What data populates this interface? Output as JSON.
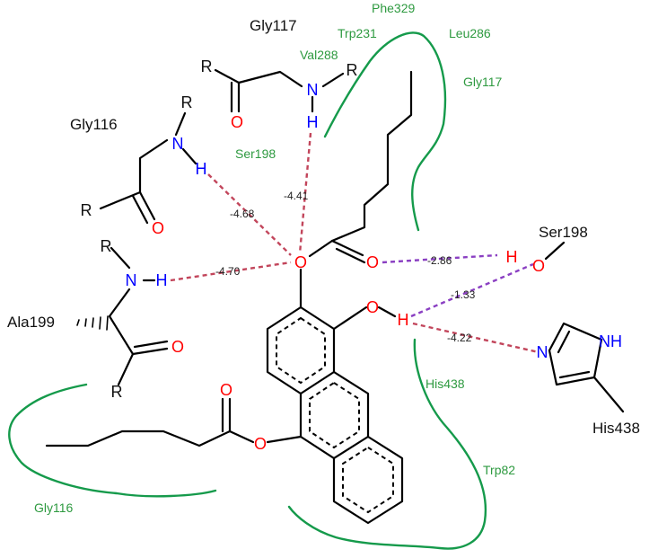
{
  "residues": {
    "gly117_top": "Gly117",
    "gly116_left": "Gly116",
    "ala199": "Ala199",
    "ser198_right": "Ser198",
    "his438_right": "His438"
  },
  "hydrophobic_labels": {
    "phe329": "Phe329",
    "trp231": "Trp231",
    "leu286": "Leu286",
    "val288": "Val288",
    "gly117": "Gly117",
    "ser198": "Ser198",
    "his438": "His438",
    "trp82": "Trp82",
    "gly116": "Gly116"
  },
  "atoms": {
    "R": "R",
    "N": "N",
    "NH": "NH",
    "H": "H",
    "O": "O"
  },
  "distances": {
    "d1": "-4.68",
    "d2": "-4.41",
    "d3": "-4.70",
    "d4": "-2.86",
    "d5": "-1.33",
    "d6": "-4.22"
  },
  "colors": {
    "carbon_bond": "#000000",
    "oxygen": "#ff0000",
    "nitrogen": "#0000ff",
    "hydrophobic_contact": "#159a4b",
    "hbond_red": "#c2455b",
    "hbond_purple": "#8a3fc2"
  }
}
